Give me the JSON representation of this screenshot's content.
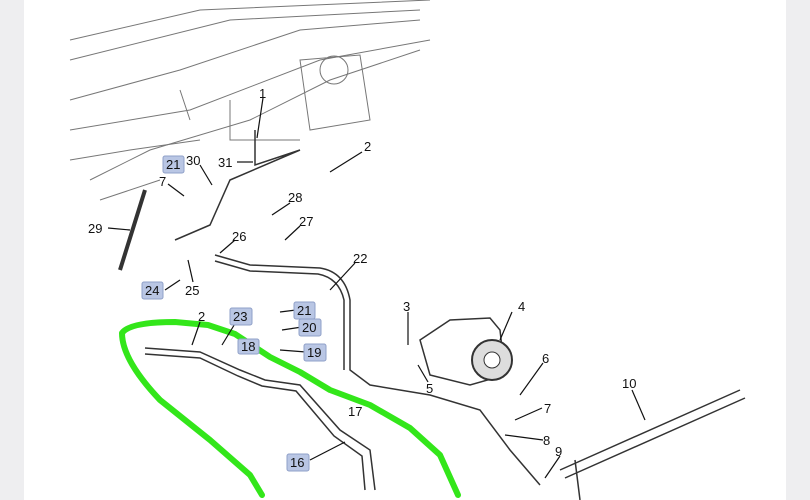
{
  "diagram": {
    "title": "A/C refrigerant line and compressor parts diagram",
    "callouts": [
      "1",
      "2",
      "21",
      "30",
      "31",
      "7",
      "28",
      "27",
      "29",
      "26",
      "22",
      "24",
      "25",
      "2",
      "23",
      "21",
      "20",
      "19",
      "18",
      "3",
      "4",
      "5",
      "6",
      "7",
      "8",
      "9",
      "10",
      "17",
      "16"
    ],
    "highlighted_callouts": [
      "21",
      "24",
      "23",
      "21",
      "20",
      "19",
      "18",
      "16"
    ],
    "colors": {
      "callout_box": "#b9c6e4",
      "annotation": "#33e61a",
      "line_art": "#333333"
    }
  }
}
